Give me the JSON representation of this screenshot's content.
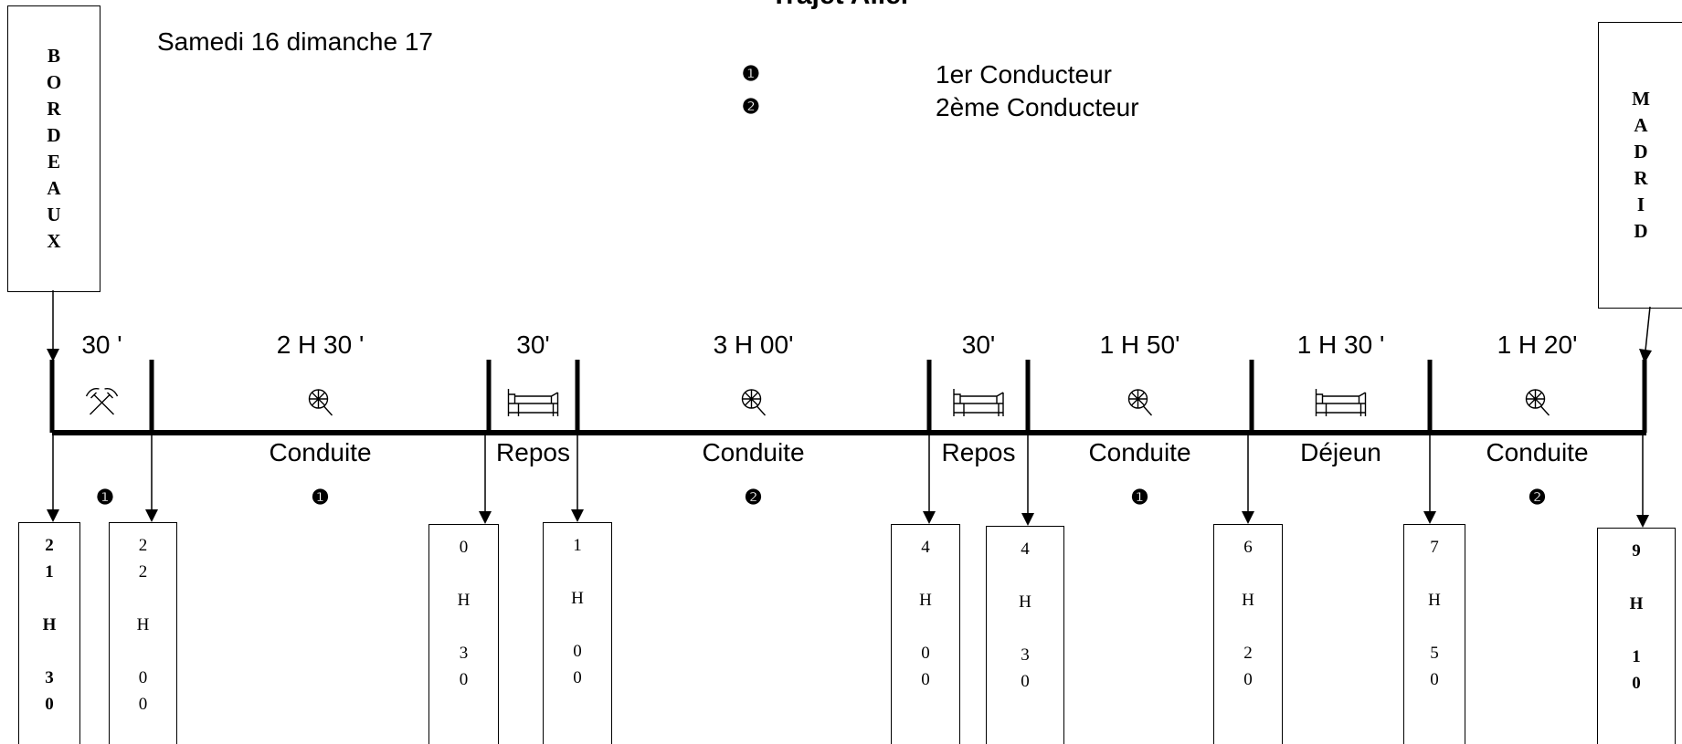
{
  "title": "Trajet Aller",
  "subtitle": "Samedi 16 dimanche 17",
  "legend": [
    {
      "glyph": "❶",
      "text": "1er Conducteur"
    },
    {
      "glyph": "❷",
      "text": "2ème Conducteur"
    }
  ],
  "start_city": "BORDEAUX",
  "end_city": "MADRID",
  "segments": [
    {
      "duration": "30 '",
      "label": "",
      "driver": "❶",
      "icon": "hammer-pick-icon"
    },
    {
      "duration": "2 H 30 '",
      "label": "Conduite",
      "driver": "❶",
      "icon": "steering-wheel-icon"
    },
    {
      "duration": "30'",
      "label": "Repos",
      "driver": "",
      "icon": "bed-icon"
    },
    {
      "duration": "3 H 00'",
      "label": "Conduite",
      "driver": "❷",
      "icon": "steering-wheel-icon"
    },
    {
      "duration": "30'",
      "label": "Repos",
      "driver": "",
      "icon": "bed-icon"
    },
    {
      "duration": "1 H 50'",
      "label": "Conduite",
      "driver": "❶",
      "icon": "steering-wheel-icon"
    },
    {
      "duration": "1 H 30 '",
      "label": "Déjeun",
      "driver": "",
      "icon": "bed-icon"
    },
    {
      "duration": "1 H 20'",
      "label": "Conduite",
      "driver": "❷",
      "icon": "steering-wheel-icon"
    }
  ],
  "times": [
    {
      "chars": [
        "2",
        "1",
        "",
        "H",
        "",
        "3",
        "0"
      ],
      "bold": true
    },
    {
      "chars": [
        "2",
        "2",
        "",
        "H",
        "",
        "0",
        "0"
      ],
      "bold": false
    },
    {
      "chars": [
        "0",
        "",
        "H",
        "",
        "3",
        "0"
      ],
      "bold": false
    },
    {
      "chars": [
        "1",
        "",
        "H",
        "",
        "0",
        "0"
      ],
      "bold": false
    },
    {
      "chars": [
        "4",
        "",
        "H",
        "",
        "0",
        "0"
      ],
      "bold": false
    },
    {
      "chars": [
        "4",
        "",
        "H",
        "",
        "3",
        "0"
      ],
      "bold": false
    },
    {
      "chars": [
        "6",
        "",
        "H",
        "",
        "2",
        "0"
      ],
      "bold": false
    },
    {
      "chars": [
        "7",
        "",
        "H",
        "",
        "5",
        "0"
      ],
      "bold": false
    },
    {
      "chars": [
        "9",
        "",
        "H",
        "",
        "1",
        "0"
      ],
      "bold": true
    }
  ]
}
